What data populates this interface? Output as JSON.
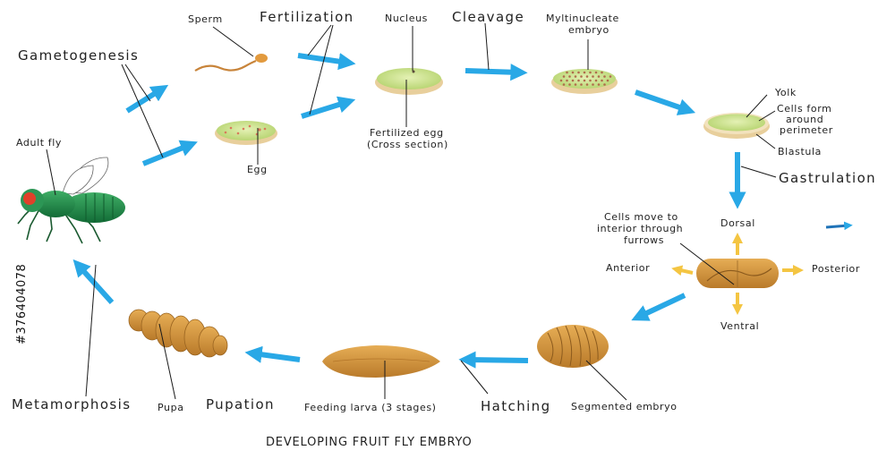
{
  "title": "DEVELOPING FRUIT FLY EMBRYO",
  "stock_id": "#376404078",
  "stages": {
    "gametogenesis": "Gametogenesis",
    "fertilization": "Fertilization",
    "cleavage": "Cleavage",
    "gastrulation": "Gastrulation",
    "hatching": "Hatching",
    "pupation": "Pupation",
    "metamorphosis": "Metamorphosis"
  },
  "labels": {
    "sperm": "Sperm",
    "egg": "Egg",
    "nucleus": "Nucleus",
    "fertilized_egg_1": "Fertilized egg",
    "fertilized_egg_2": "(Cross section)",
    "multinucleate_1": "Myltinucleate",
    "multinucleate_2": "embryo",
    "yolk": "Yolk",
    "cells_form_1": "Cells form",
    "cells_form_2": "around",
    "cells_form_3": "perimeter",
    "blastula": "Blastula",
    "cells_move_1": "Cells move to",
    "cells_move_2": "interior through",
    "cells_move_3": "furrows",
    "dorsal": "Dorsal",
    "ventral": "Ventral",
    "anterior": "Anterior",
    "posterior": "Posterior",
    "segmented_embryo": "Segmented embryo",
    "feeding_larva": "Feeding larva (3 stages)",
    "pupa": "Pupa",
    "adult_fly": "Adult fly"
  },
  "colors": {
    "arrow": "#29a8e6",
    "axis_arrow": "#f4c542",
    "yolk_green": "#c7e08a",
    "rim": "#e8cf9c",
    "larva": "#d99a3e",
    "fly_body": "#1f8a4a",
    "fly_eye": "#e0402a"
  }
}
